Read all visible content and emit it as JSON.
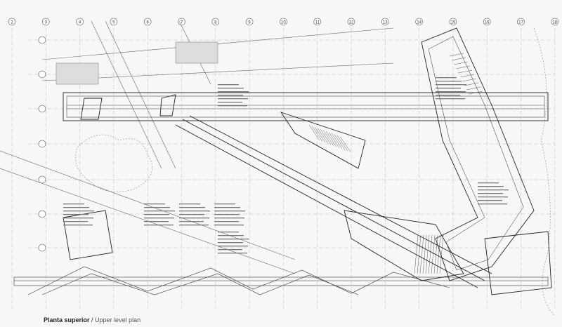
{
  "drawing": {
    "title": "Planta superior",
    "separator": " / ",
    "subtitle": "Upper level plan",
    "grid_columns": [
      "2",
      "3",
      "4",
      "5",
      "6",
      "7",
      "8",
      "9",
      "10",
      "11",
      "12",
      "13",
      "14",
      "15",
      "16",
      "17",
      "18"
    ],
    "line_color": "#333333",
    "background": "#f7f7f5"
  }
}
